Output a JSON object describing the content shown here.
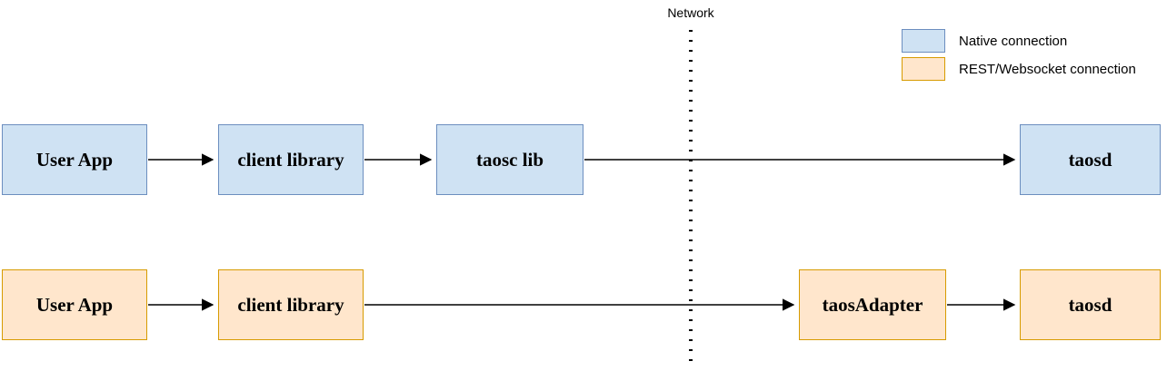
{
  "network": {
    "label": "Network"
  },
  "legend": {
    "native": {
      "label": "Native connection",
      "fill": "#cfe2f3",
      "border": "#6c8ebf"
    },
    "rest": {
      "label": "REST/Websocket connection",
      "fill": "#ffe6cc",
      "border": "#d79b00"
    }
  },
  "native_row": {
    "user_app": "User App",
    "client_library": "client library",
    "taosc_lib": "taosc lib",
    "taosd": "taosd"
  },
  "rest_row": {
    "user_app": "User App",
    "client_library": "client library",
    "taos_adapter": "taosAdapter",
    "taosd": "taosd"
  }
}
